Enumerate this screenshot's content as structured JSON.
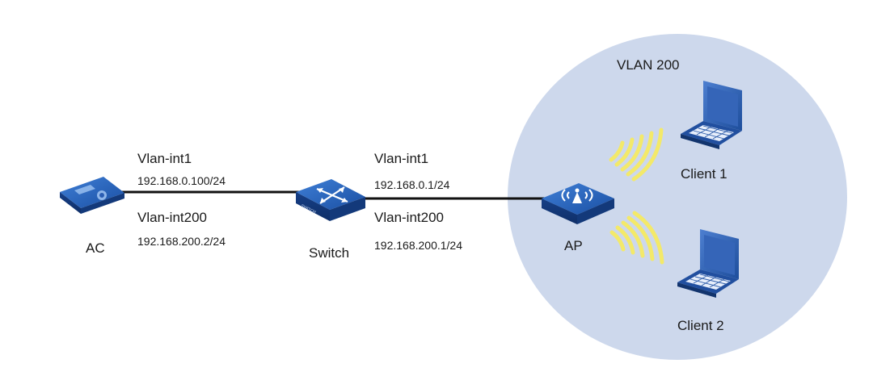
{
  "vlan_zone": {
    "label": "VLAN 200",
    "fill": "#cdd8ec"
  },
  "devices": {
    "ac": {
      "label": "AC",
      "icon": "wireless-controller-icon"
    },
    "switch": {
      "label": "Switch",
      "icon": "switch-icon",
      "badge": "SWITCH"
    },
    "ap": {
      "label": "AP",
      "icon": "access-point-icon"
    },
    "client1": {
      "label": "Client 1",
      "icon": "laptop-icon"
    },
    "client2": {
      "label": "Client 2",
      "icon": "laptop-icon"
    }
  },
  "ac_interfaces": {
    "int1_name": "Vlan-int1",
    "int1_ip": "192.168.0.100/24",
    "int200_name": "Vlan-int200",
    "int200_ip": "192.168.200.2/24"
  },
  "switch_interfaces": {
    "int1_name": "Vlan-int1",
    "int1_ip": "192.168.0.1/24",
    "int200_name": "Vlan-int200",
    "int200_ip": "192.168.200.1/24"
  },
  "colors": {
    "device_blue": "#1d4f9e",
    "signal": "#f3e96a",
    "link": "#111111"
  }
}
